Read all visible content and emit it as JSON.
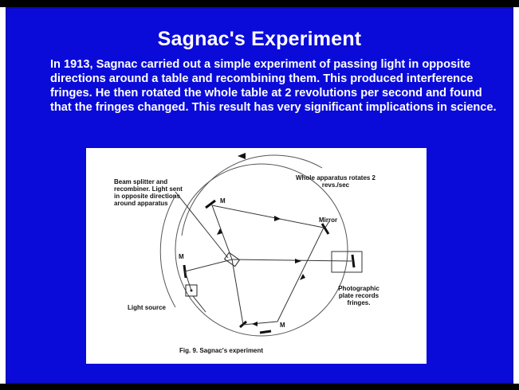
{
  "slide": {
    "title": "Sagnac's Experiment",
    "body": "In 1913, Sagnac carried out a simple experiment of passing light in opposite directions around a table and recombining them. This produced interference fringes. He then rotated the whole table at 2 revolutions per second and found that the fringes changed. This result has very significant implications in science."
  },
  "figure": {
    "labels": {
      "beam_splitter": "Beam splitter and recombiner. Light sent in opposite directions around apparatus",
      "rotates": "Whole apparatus rotates 2 revs./sec",
      "mirror": "Mirror",
      "m_top": "M",
      "m_left": "M",
      "m_bottom": "M",
      "light_source": "Light source",
      "photographic": "Photographic plate records fringes."
    },
    "caption": "Fig. 9. Sagnac's experiment"
  }
}
